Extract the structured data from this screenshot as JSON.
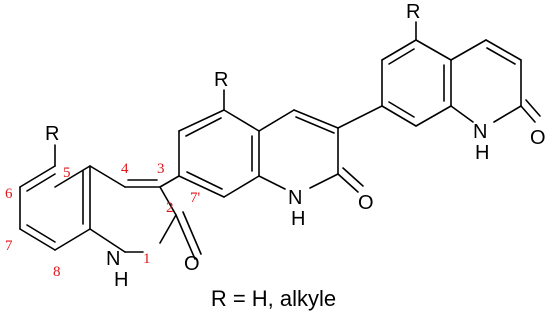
{
  "atoms": {
    "r_unit1": "R",
    "r_unit2": "R",
    "r_unit3": "R",
    "nh_unit1": "N",
    "h_unit1": "H",
    "nh_unit2": "N",
    "h_unit2": "H",
    "nh_unit3": "N",
    "h_unit3": "H",
    "o_unit1": "O",
    "o_unit2": "O",
    "o_unit3": "O"
  },
  "locants": [
    "1",
    "2",
    "3",
    "4",
    "5",
    "6",
    "7",
    "8",
    "7'"
  ],
  "colors": {
    "bond": "#000000",
    "atom_label": "#000000",
    "locant": "#e0161b"
  },
  "caption": "R = H, alkyle"
}
